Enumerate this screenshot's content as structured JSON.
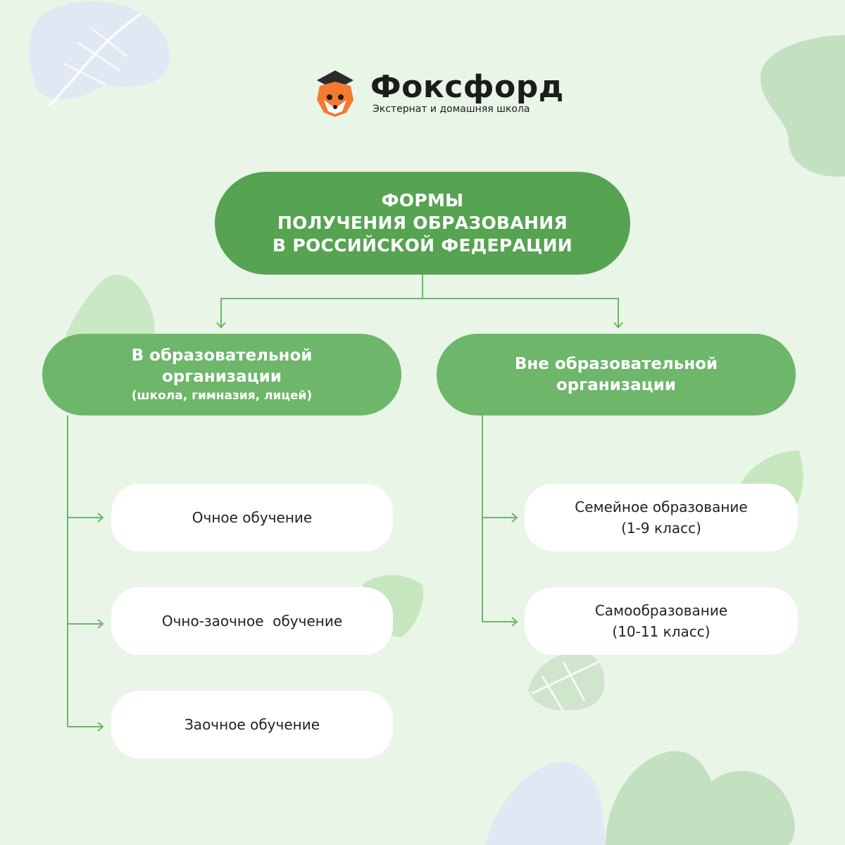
{
  "brand": {
    "name": "Фоксфорд",
    "tagline": "Экстернат и домашняя школа"
  },
  "diagram": {
    "root": {
      "line1": "ФОРМЫ",
      "line2": "ПОЛУЧЕНИЯ ОБРАЗОВАНИЯ",
      "line3": "В РОССИЙСКОЙ ФЕДЕРАЦИИ"
    },
    "left_branch": {
      "line1": "В образовательной",
      "line2": "организации",
      "note": "(школа, гимназия, лицей)",
      "items": [
        {
          "line1": "Очное обучение"
        },
        {
          "line1": "Очно-заочное  обучение"
        },
        {
          "line1": "Заочное обучение"
        }
      ]
    },
    "right_branch": {
      "line1": "Вне образовательной",
      "line2": "организации",
      "items": [
        {
          "line1": "Семейное образование",
          "line2": "(1-9 класс)"
        },
        {
          "line1": "Самообразование",
          "line2": "(10-11 класс)"
        }
      ]
    }
  },
  "colors": {
    "background": "#e8f5e7",
    "root_fill": "#56a352",
    "branch_fill": "#6db66a",
    "leaf_fill": "#ffffff",
    "connector": "#6db66a",
    "brand_orange": "#f47a2f"
  }
}
